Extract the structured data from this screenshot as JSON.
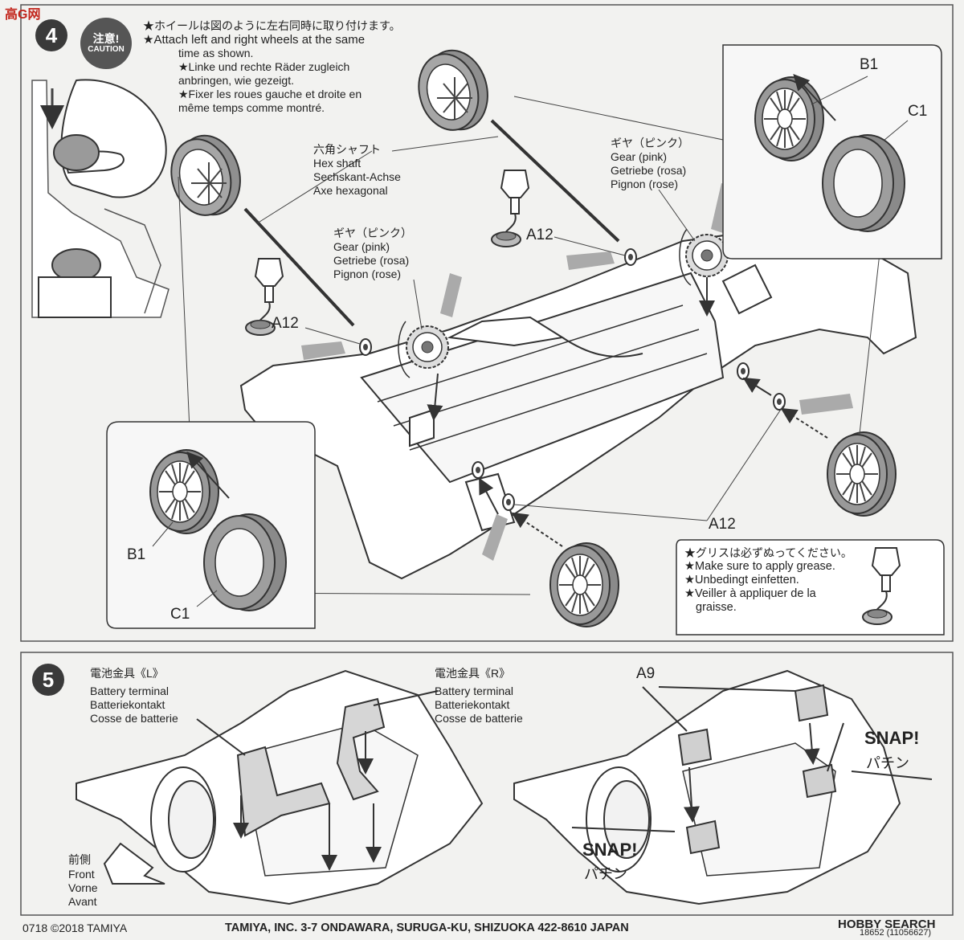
{
  "watermark": {
    "logo": "高G网"
  },
  "step4": {
    "number": "4",
    "caution": {
      "jp": "注意!",
      "en": "CAUTION"
    },
    "note": [
      "★ホイールは図のように左右同時に取り付けます。",
      "★Attach left and right wheels at the same",
      "time as shown.",
      "★Linke und rechte Räder zugleich",
      "anbringen, wie gezeigt.",
      "★Fixer les roues gauche et droite en",
      "même temps comme montré."
    ],
    "hex_shaft": [
      "六角シャフト",
      "Hex shaft",
      "Sechskant-Achse",
      "Axe hexagonal"
    ],
    "gear_left": [
      "ギヤ（ピンク）",
      "Gear (pink)",
      "Getriebe (rosa)",
      "Pignon (rose)"
    ],
    "gear_right": [
      "ギヤ（ピンク）",
      "Gear (pink)",
      "Getriebe (rosa)",
      "Pignon (rose)"
    ],
    "parts": {
      "a12": "A12",
      "b1": "B1",
      "c1": "C1"
    },
    "grease_note": [
      "★グリスは必ずぬってください。",
      "★Make sure to apply grease.",
      "★Unbedingt einfetten.",
      "★Veiller à appliquer de la",
      "graisse."
    ]
  },
  "step5": {
    "number": "5",
    "terminal_l": [
      "電池金具《L》",
      "Battery terminal",
      "Batteriekontakt",
      "Cosse de batterie"
    ],
    "terminal_r": [
      "電池金具《R》",
      "Battery terminal",
      "Batteriekontakt",
      "Cosse de batterie"
    ],
    "front": [
      "前側",
      "Front",
      "Vorne",
      "Avant"
    ],
    "a9": "A9",
    "snap_en": "SNAP!",
    "snap_jp": "パチン"
  },
  "footer": {
    "code": "0718 ©2018 TAMIYA",
    "address": "TAMIYA, INC. 3-7 ONDAWARA, SURUGA-KU, SHIZUOKA 422-8610 JAPAN",
    "brand": "HOBBY SEARCH",
    "item": "18652 (11056627)"
  }
}
